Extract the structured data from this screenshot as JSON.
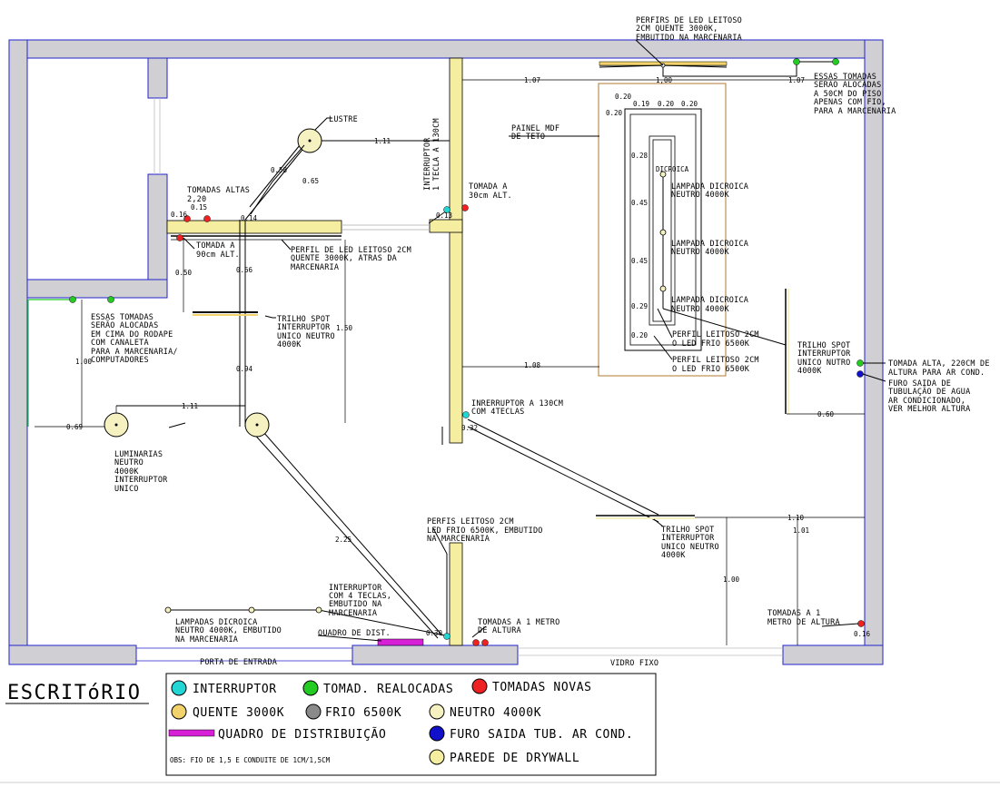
{
  "title": "ESCRITóRIO",
  "colors": {
    "wall_fill": "#d0d0d4",
    "wall_stroke": "#2222cc",
    "drywall": "#f5eda0",
    "interruptor": "#22d6d6",
    "tomada_realocada": "#22cc22",
    "tomada_nova": "#ee2222",
    "quente": "#f2d36b",
    "frio": "#8a8a8a",
    "neutro": "#f5f1c0",
    "quadro": "#d61fd6",
    "furo": "#1111cc",
    "painel": "#b07a30"
  },
  "labels": {
    "perfis_top": [
      "PERFIRS DE LED LEITOSO",
      "2CM QUENTE 3000K,",
      "EMBUTIDO NA MARCENARIA"
    ],
    "essas_top_right": [
      "ESSAS TOMADAS",
      "SERÃO ALOCADAS",
      "A 50CM DO PISO",
      "APENAS COM FIO,",
      "PARA A MARCENARIA"
    ],
    "lustre": "LUSTRE",
    "interruptor_1tecla": [
      "INTERRUPTOR",
      "1 TECLA A 130CM"
    ],
    "tomada_30": [
      "TOMADA A",
      "30cm ALT."
    ],
    "painel_mdf": [
      "PAINEL MDF",
      "DE TETO"
    ],
    "tomadas_altas": [
      "TOMADAS ALTAS",
      "2,20"
    ],
    "tomada_90": [
      "TOMADA A",
      "90cm ALT."
    ],
    "perfil_led_quente": [
      "PERFIL DE LED LEITOSO 2CM",
      "QUENTE 3000K, ATRAS DA",
      "MARCENARIA"
    ],
    "lampada_1": [
      "LAMPADA DICROICA",
      "NEUTRO 4000K"
    ],
    "lampada_2": [
      "LAMPADA DICROICA",
      "NEUTRO 4000K"
    ],
    "lampada_3": [
      "LAMPADA DICROICA",
      "NEUTRO 4000K"
    ],
    "essas_left": [
      "ESSAS TOMADAS",
      "SERÃO ALOCADAS",
      "EM CIMA DO RODAPE",
      "COM CANALETA",
      "PARA A MARCENARIA/",
      "COMPUTADORES"
    ],
    "trilho_1": [
      "TRILHO SPOT",
      "INTERRUPTOR",
      "UNICO NEUTRO",
      "4000K"
    ],
    "perfil_frio_1": [
      "PERFIL LEITOSO 2CM",
      "O LED FRIO 6500K"
    ],
    "perfil_frio_2": [
      "PERFIL LEITOSO 2CM",
      "O LED FRIO 6500K"
    ],
    "trilho_2": [
      "TRILHO SPOT",
      "INTERRUPTOR",
      "UNICO NUTRO",
      "4000K"
    ],
    "tomada_alta_ar": [
      "TOMADA ALTA, 220CM DE",
      "ALTURA PARA AR COND."
    ],
    "furo_saida": [
      "FURO SAIDA DE",
      "TUBULAÇÃO DE AGUA",
      "AR CONDICIONADO,",
      "VER MELHOR ALTURA"
    ],
    "interruptor_4teclas_mid": [
      "INRERRUPTOR A 130CM",
      "COM 4TECLAS"
    ],
    "luminarias": [
      "LUMINARIAS",
      "NEUTRO",
      "4000K",
      "INTERRUPTOR",
      "UNICO"
    ],
    "perfis_frio_bottom": [
      "PERFIS LEITOSO 2CM",
      "LED FRIO 6500K, EMBUTIDO",
      "NA MARCENARIA"
    ],
    "trilho_3": [
      "TRILHO SPOT",
      "INTERRUPTOR",
      "UNICO NEUTRO",
      "4000K"
    ],
    "interruptor_4teclas_bottom": [
      "INTERRUPTOR",
      "COM 4 TECLAS,",
      "EMBUTIDO NA",
      "MARCENARIA"
    ],
    "lampadas_dicroica_bottom": [
      "LAMPADAS DICROICA",
      "NEUTRO 4000K, EMBUTIDO",
      "NA MARCENARIA"
    ],
    "quadro_dist": "QUADRO DE DIST.",
    "tomadas_1m_center": [
      "TOMADAS A 1 METRO",
      "DE ALTURA"
    ],
    "tomadas_1m_right": [
      "TOMADAS A 1",
      "METRO DE ALTURA"
    ],
    "porta_entrada": "PORTA DE ENTRADA",
    "vidro_fixo": "VIDRO FIXO",
    "dicroica_small": "DICROICA"
  },
  "dimensions": {
    "d107_left": "1.07",
    "d100_top": "1,00",
    "d107_right": "1.07",
    "d020_a": "0.20",
    "d020_b": "0.20",
    "d019": "0.19",
    "d020_c": "0.20",
    "d020_d": "0.20",
    "d111_top": "1.11",
    "d058": "0.58",
    "d065": "0.65",
    "d016": "0.16",
    "d015": "0.15",
    "d014": "0.14",
    "d028": "0.28",
    "d045_a": "0.45",
    "d045_b": "0.45",
    "d029": "0.29",
    "d020_e": "0.20",
    "d050": "0.50",
    "d066": "0.66",
    "d150": "1.50",
    "d100_left": "1.00",
    "d094": "0.94",
    "d108": "1.08",
    "d111_mid": "1.11",
    "d069": "0.69",
    "d060": "0.60",
    "d032": "0.32",
    "d110": "1.10",
    "d101": "1.01",
    "d225": "2.25",
    "d100_bottom": "1.00",
    "d030": "0.30",
    "d016_right": "0.16",
    "d013": "0.13"
  },
  "legend": {
    "interruptor": "INTERRUPTOR",
    "tomad_realocadas": "TOMAD. REALOCADAS",
    "tomadas_novas": "TOMADAS NOVAS",
    "quente": "QUENTE 3000K",
    "frio": "FRIO 6500K",
    "neutro": "NEUTRO 4000K",
    "quadro": "QUADRO DE DISTRIBUIÇÃO",
    "furo": "FURO SAIDA TUB. AR COND.",
    "obs": "OBS: FIO DE 1,5 E CONDUITE DE 1CM/1,5CM",
    "drywall": "PAREDE DE DRYWALL"
  }
}
